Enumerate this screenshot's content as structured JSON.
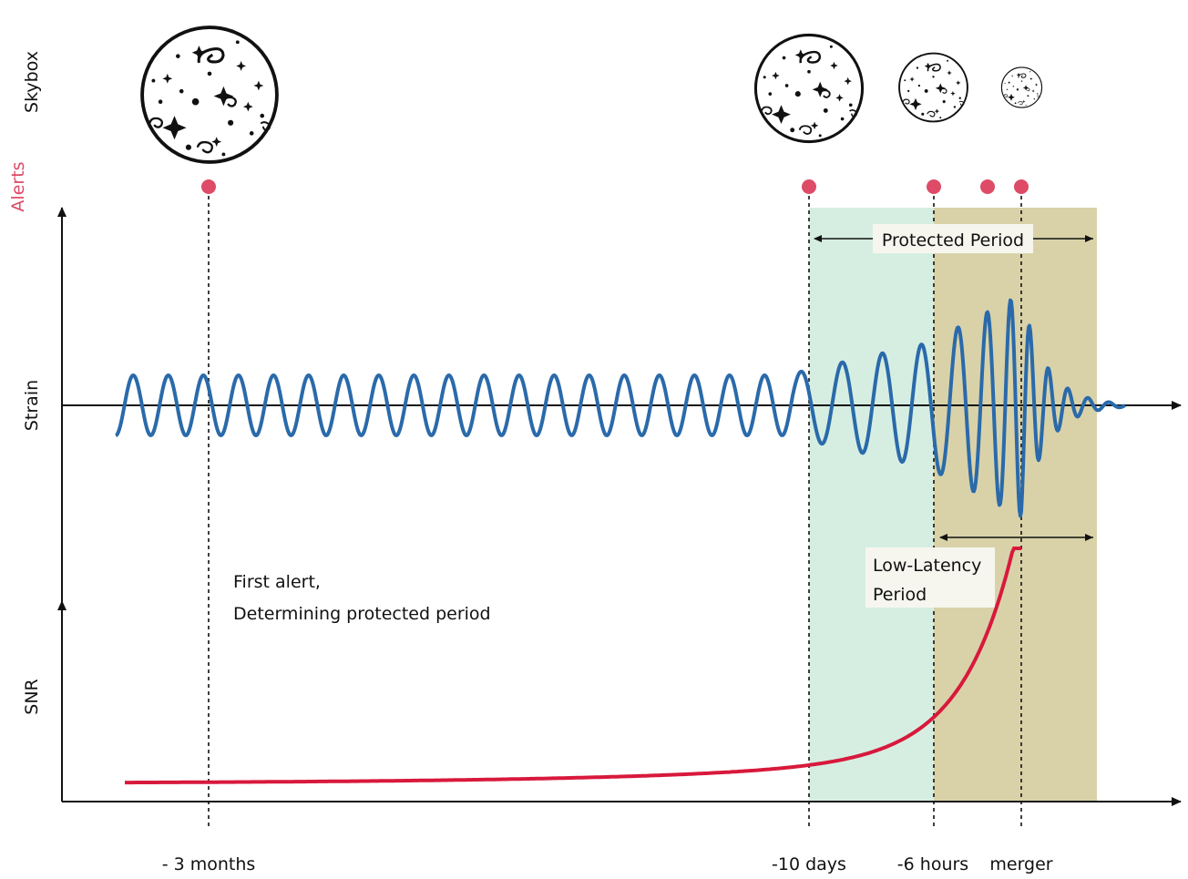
{
  "rows": {
    "skybox": "Skybox",
    "alerts": "Alerts",
    "strain": "Strain",
    "snr": "SNR"
  },
  "annotations": {
    "first_alert_line1": "First alert,",
    "first_alert_line2": "Determining protected period",
    "protected_period": "Protected Period",
    "low_latency_line1": "Low-Latency",
    "low_latency_line2": "Period"
  },
  "timeline": {
    "ticks": [
      "- 3 months",
      "-10 days",
      "-6 hours",
      "merger"
    ]
  },
  "colors": {
    "strain": "#2a6aaa",
    "snr": "#d8193c",
    "alert": "#dd4b66",
    "protected_region": "#d6eee2",
    "low_latency_region": "#d9d2a9",
    "axis": "#111111"
  },
  "icons": [
    "galaxy-skybox-icon"
  ]
}
